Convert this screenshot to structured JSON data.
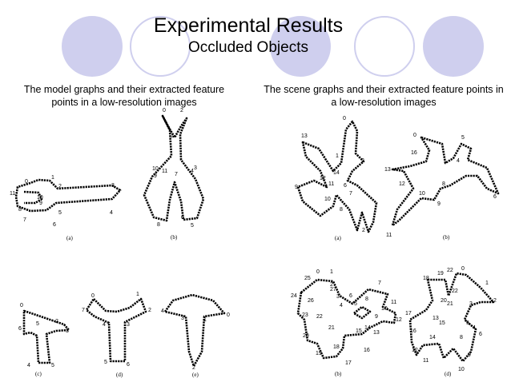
{
  "header": {
    "title": "Experimental Results",
    "subtitle": "Occluded Objects"
  },
  "captions": {
    "left": "The model graphs and their extracted feature points in   a low-resolution images",
    "right": "The scene graphs and their extracted feature points in a low-resolution images"
  },
  "colors": {
    "accent_circle": "#cfcfee",
    "background": "#ffffff",
    "text": "#000000"
  },
  "figure_labels": {
    "model_a": "(a)",
    "model_b": "(b)",
    "model_c": "(c)",
    "model_d": "(d)",
    "model_e": "(e)",
    "scene_top_a": "(a)",
    "scene_top_b": "(b)",
    "scene_bottom_b": "(b)",
    "scene_bottom_d": "(d)"
  }
}
